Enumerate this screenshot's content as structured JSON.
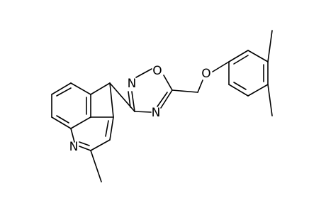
{
  "atoms": {
    "oxadiazole_o": "O",
    "oxadiazole_n2": "N",
    "oxadiazole_n4": "N",
    "ether_o": "O",
    "quinoline_n": "N"
  },
  "colors": {
    "bond": "#000000",
    "background": "#ffffff"
  }
}
